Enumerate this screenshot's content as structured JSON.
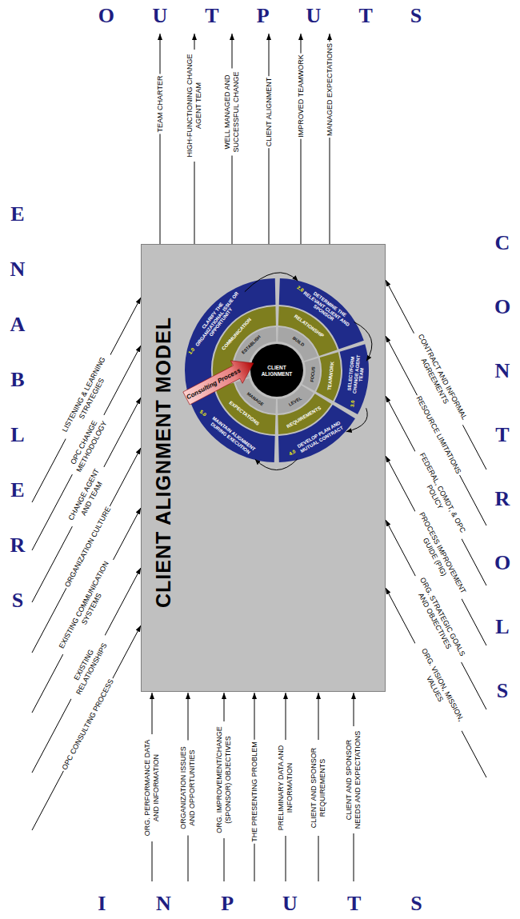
{
  "diagram": {
    "nodes": [
      {
        "text": [
          "CLIENT ALIGNMENT MODEL"
        ]
      },
      {
        "text": [
          "1.0",
          "CLARIFY THE ORGANIZATIONAL ISSUE OR OPPORTUNITY"
        ],
        "in": 0
      },
      {
        "text": [
          "2.0",
          "DETERMINE THE RELEVANT CLIENT AND SPONSOR"
        ],
        "in": 0
      },
      {
        "text": [
          "3.0",
          "SELECT/FORM CHANGE AGENT TEAM"
        ],
        "in": 0
      },
      {
        "text": [
          "4.0",
          "DEVELOP PLAN AND MUTUAL CONTRACT"
        ],
        "in": 0
      },
      {
        "text": [
          "5.0",
          "MAINTAIN ALIGNMENT DURING EXECUTION"
        ],
        "in": 0
      },
      {
        "text": [
          "COMMUNICATION"
        ],
        "in": 0
      },
      {
        "text": [
          "RELATIONSHIP"
        ],
        "in": 0
      },
      {
        "text": [
          "TEAMWORK"
        ],
        "in": 0
      },
      {
        "text": [
          "REQUIREMENTS"
        ],
        "in": 0
      },
      {
        "text": [
          "EXPECTATIONS"
        ],
        "in": 0
      },
      {
        "text": [
          "ESTABLISH"
        ],
        "in": 0
      },
      {
        "text": [
          "BUILD"
        ],
        "in": 0
      },
      {
        "text": [
          "FOCUS"
        ],
        "in": 0
      },
      {
        "text": [
          "LEVEL"
        ],
        "in": 0
      },
      {
        "text": [
          "MANAGE"
        ],
        "in": 0
      },
      {
        "text": [
          "CLIENT ALIGNMENT"
        ],
        "in": 0
      },
      {
        "text": [
          "Consulting Process"
        ],
        "in": 0
      }
    ],
    "edges": [
      {
        "from": 1,
        "to": 2,
        "arrow": "to"
      },
      {
        "from": 2,
        "to": 3,
        "arrow": "to"
      },
      {
        "from": 3,
        "to": 4,
        "arrow": "to"
      },
      {
        "from": 4,
        "to": 5,
        "arrow": "to"
      }
    ],
    "labels": [
      "O U T P U T S",
      "TEAM CHARTER",
      "HIGH-FUNCTIONING CHANGE AGENT TEAM",
      "WELL MANAGED AND SUCCESSFUL CHANGE",
      "CLIENT ALIGNMENT",
      "IMPROVED TEAMWORK",
      "MANAGED EXPECTATIONS",
      "E N A B L E R S",
      "LISTENING & LEARNING STRATEGIES",
      "OPC CHANGE METHODOLOGY",
      "CHANGE AGENT AND TEAM",
      "ORGANIZATION CULTURE",
      "EXISTING COMMUNICATION SYSTEMS",
      "EXISTING RELATIONSHIPS",
      "OPC CONSULTING PROCESS",
      "C O N T R O L S",
      "CONTRACT AND INFORMAL AGREEMENTS",
      "RESOURCE LIMITATIONS",
      "FEDERAL, COMDT, & OPC POLICY",
      "PROCESS IMPROVEMENT GUIDE (PIG)",
      "ORG. STRATEGIC GOALS AND OBJECTIVES",
      "ORG. VISION, MISSION, VALUES",
      "ORG. PERFORMANCE DATA AND INFORMATION",
      "ORGANIZATION ISSUES AND OPPORTUNITIES",
      "ORG. IMPROVEMENT/CHANGE (SPONSOR) OBJECTIVES",
      "THE PRESENTING PROBLEM",
      "PRELIMINARY DATA AND INFORMATION",
      "CLIENT AND SPONSOR REQUIREMENTS",
      "CLIENT AND SPONSOR NEEDS AND EXPECTATIONS",
      "I N P U T S"
    ]
  }
}
